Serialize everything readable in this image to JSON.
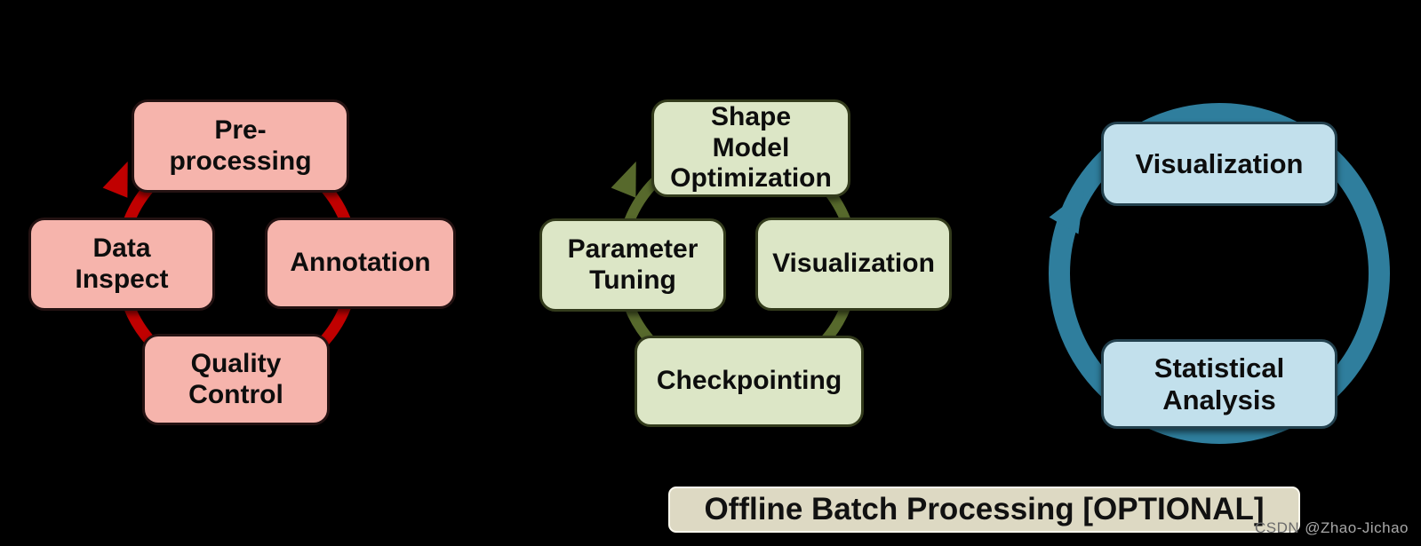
{
  "slide": {
    "background_color": "#000000"
  },
  "diagrams": [
    {
      "name": "data-preparation-cycle",
      "fill": "#f6b4ac",
      "border": "#241212",
      "arrow": "#c00000",
      "nodes": {
        "top": "Pre-\nprocessing",
        "left": "Data\nInspect",
        "right": "Annotation",
        "bottom": "Quality\nControl"
      }
    },
    {
      "name": "shape-model-optimization-cycle",
      "fill": "#dce6c6",
      "border": "#333b1c",
      "arrow": "#57692c",
      "nodes": {
        "top": "Shape\nModel\nOptimization",
        "left": "Parameter\nTuning",
        "right": "Visualization",
        "bottom": "Checkpointing"
      }
    },
    {
      "name": "analysis-cycle",
      "fill": "#c2e0ec",
      "border": "#23414e",
      "arrow": "#2f7e9d",
      "nodes": {
        "top": "Visualization",
        "bottom": "Statistical\nAnalysis"
      }
    }
  ],
  "footer": {
    "label": "Offline Batch Processing [OPTIONAL]",
    "fill": "#ddd9c3",
    "border": "#fbf9ee"
  },
  "watermark": {
    "prefix": "CSDN",
    "handle": "@Zhao-Jichao"
  }
}
